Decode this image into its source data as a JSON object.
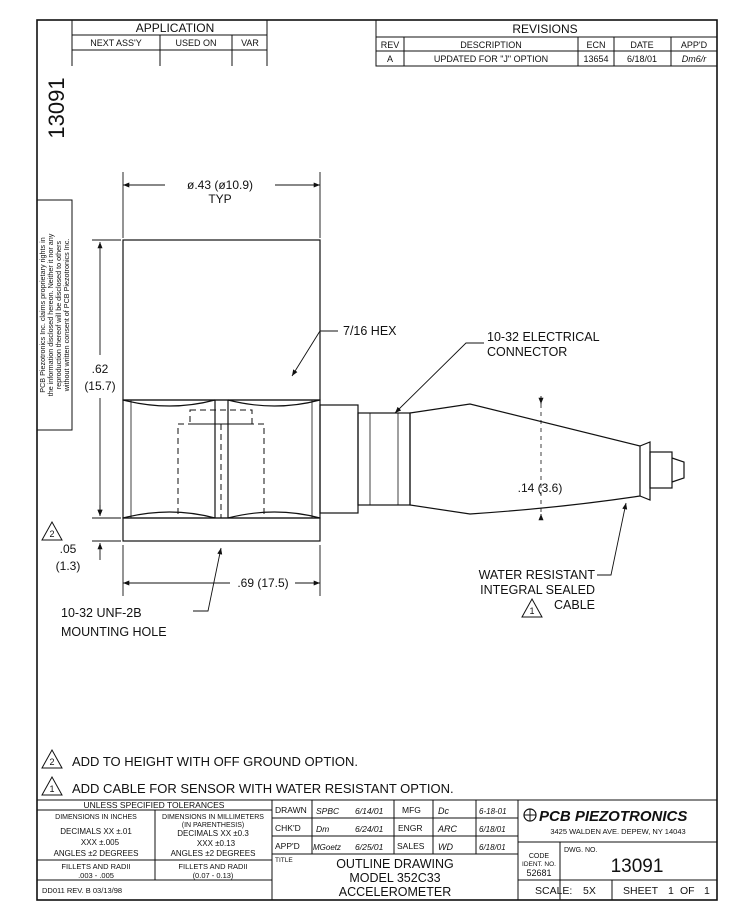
{
  "drawing_number": "13091",
  "application": {
    "title": "APPLICATION",
    "columns": [
      "NEXT ASS'Y",
      "USED ON",
      "VAR"
    ]
  },
  "revisions": {
    "title": "REVISIONS",
    "columns": [
      "REV",
      "DESCRIPTION",
      "ECN",
      "DATE",
      "APP'D"
    ],
    "rows": [
      {
        "rev": "A",
        "description": "UPDATED FOR \"J\" OPTION",
        "ecn": "13654",
        "date": "6/18/01",
        "appd": "Dm6/r"
      }
    ]
  },
  "proprietary_notice": [
    "PCB Piezotronics Inc. claims proprietary rights in",
    "the information disclosed hereon. Neither it nor any",
    "reproduction thereof will be disclosed to others",
    "without written consent of PCB Piezotronics Inc."
  ],
  "dimensions": {
    "width": "ø.43 (ø10.9)",
    "width_typ": "TYP",
    "height_in": ".62",
    "height_mm": "(15.7)",
    "base_in": ".05",
    "base_mm": "(1.3)",
    "length": ".69 (17.5)",
    "cable_dia": ".14 (3.6)"
  },
  "callouts": {
    "hex": "7/16 HEX",
    "connector_line1": "10-32 ELECTRICAL",
    "connector_line2": "CONNECTOR",
    "mount_line1": "10-32 UNF-2B",
    "mount_line2": "MOUNTING HOLE",
    "cable_line1": "WATER RESISTANT",
    "cable_line2": "INTEGRAL SEALED",
    "cable_line3": "CABLE"
  },
  "notes": [
    {
      "flag": "2",
      "text": "ADD TO HEIGHT WITH OFF GROUND OPTION."
    },
    {
      "flag": "1",
      "text": "ADD CABLE FOR SENSOR WITH WATER RESISTANT OPTION."
    }
  ],
  "tolerances": {
    "title": "UNLESS SPECIFIED TOLERANCES",
    "inches_header": "DIMENSIONS IN INCHES",
    "mm_header_1": "DIMENSIONS IN MILLIMETERS",
    "mm_header_2": "(IN PARENTHESIS)",
    "inch_xx": "DECIMALS   XX ±.01",
    "inch_xxx": "XXX ±.005",
    "inch_angles": "ANGLES ±2 DEGREES",
    "mm_xx": "DECIMALS   XX ±0.3",
    "mm_xxx": "XXX ±0.13",
    "mm_angles": "ANGLES ±2 DEGREES",
    "fillets_in": "FILLETS AND RADII",
    "fillets_in_val": ".003 - .005",
    "fillets_mm": "FILLETS AND RADII",
    "fillets_mm_val": "(0.07 - 0.13)",
    "form_rev": "DD011 REV. B 03/13/98"
  },
  "signoff": {
    "drawn_label": "DRAWN",
    "drawn_sig": "SPBC",
    "drawn_date": "6/14/01",
    "chkd_label": "CHK'D",
    "chkd_sig": "Dm",
    "chkd_date": "6/24/01",
    "appd_label": "APP'D",
    "appd_sig": "MGoetz",
    "appd_date": "6/25/01",
    "mfg_label": "MFG",
    "mfg_sig": "Dc",
    "mfg_date": "6-18-01",
    "engr_label": "ENGR",
    "engr_sig": "ARC",
    "engr_date": "6/18/01",
    "sales_label": "SALES",
    "sales_sig": "WD",
    "sales_date": "6/18/01"
  },
  "title_block": {
    "title_label": "TITLE",
    "line1": "OUTLINE DRAWING",
    "line2": "MODEL 352C33",
    "line3": "ACCELEROMETER",
    "company": "PCB PIEZOTRONICS",
    "address": "3425 WALDEN AVE. DEPEW, NY 14043",
    "code_label_1": "CODE",
    "code_label_2": "IDENT. NO.",
    "code_value": "52681",
    "dwg_no_label": "DWG. NO.",
    "dwg_no": "13091",
    "scale_label": "SCALE:",
    "scale_value": "5X",
    "sheet_label": "SHEET",
    "sheet_value": "1",
    "sheet_of": "OF",
    "sheet_total": "1"
  }
}
